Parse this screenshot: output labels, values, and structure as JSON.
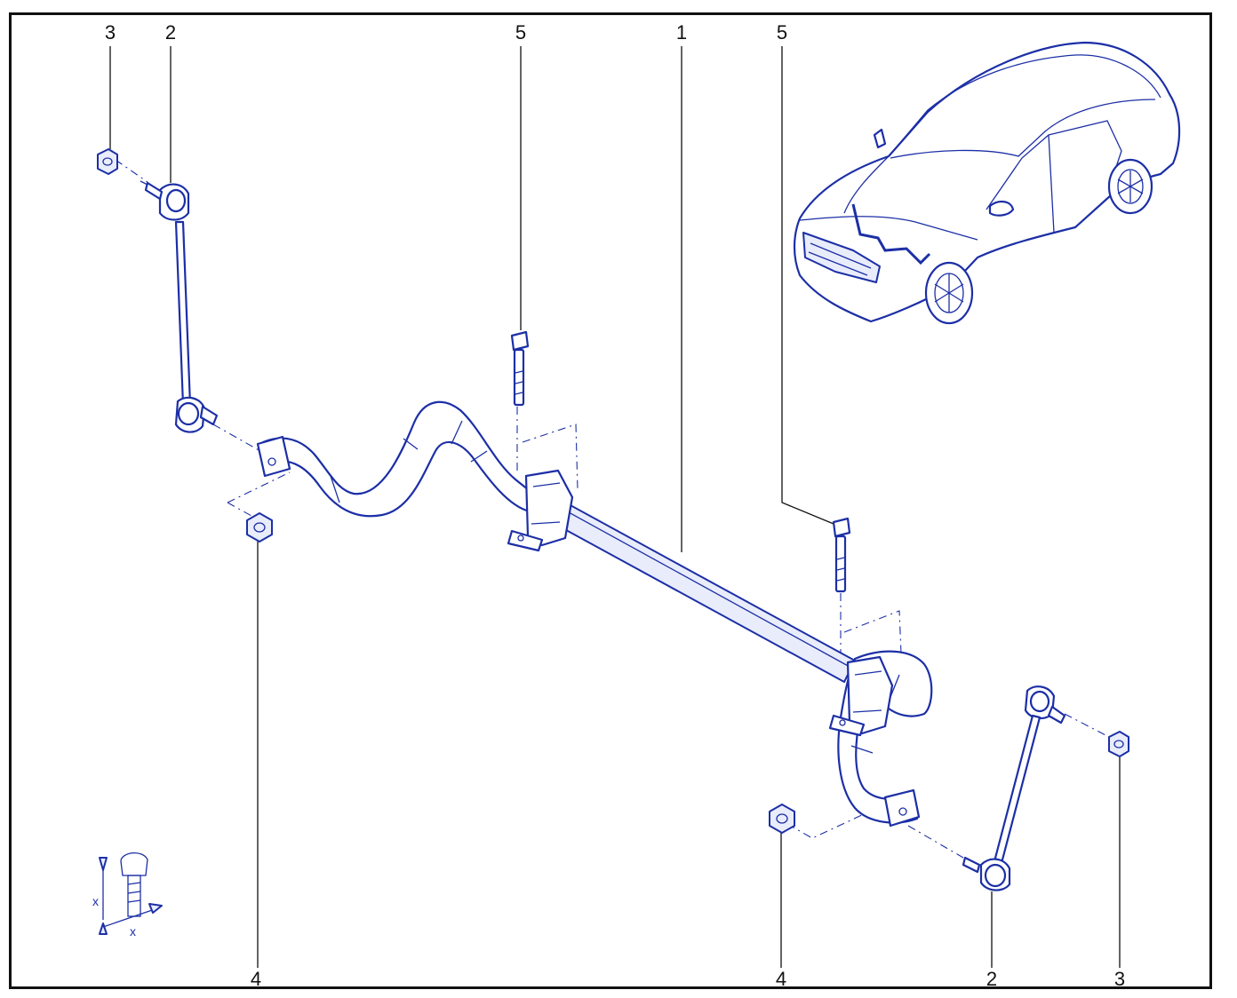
{
  "callouts": {
    "top_3_left": "3",
    "top_2_left": "2",
    "top_5_left": "5",
    "top_1": "1",
    "top_5_right": "5",
    "bottom_4_left": "4",
    "bottom_4_right": "4",
    "bottom_2_right": "2",
    "bottom_3_right": "3"
  },
  "torque_symbol": {
    "dim_label_vertical": "x",
    "dim_label_horizontal": "x"
  },
  "colors": {
    "line_art": "#1c2fa6",
    "callout_text": "#111111",
    "frame": "#111111"
  }
}
